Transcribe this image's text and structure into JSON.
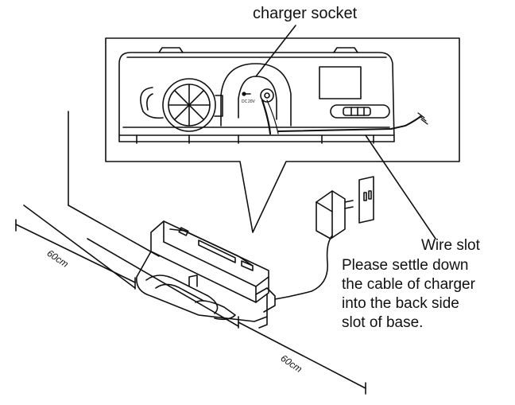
{
  "labels": {
    "charger_socket": "charger socket",
    "wire_slot": "Wire slot",
    "instruction": [
      "Please settle down",
      "the cable of charger",
      "into the back side",
      "slot of base."
    ]
  },
  "dimensions": {
    "left_clearance": "60cm",
    "front_clearance": "60cm"
  },
  "socket_marking": {
    "line1": "DC",
    "line2": "20V"
  },
  "colors": {
    "ink": "#111111",
    "background": "#ffffff"
  }
}
